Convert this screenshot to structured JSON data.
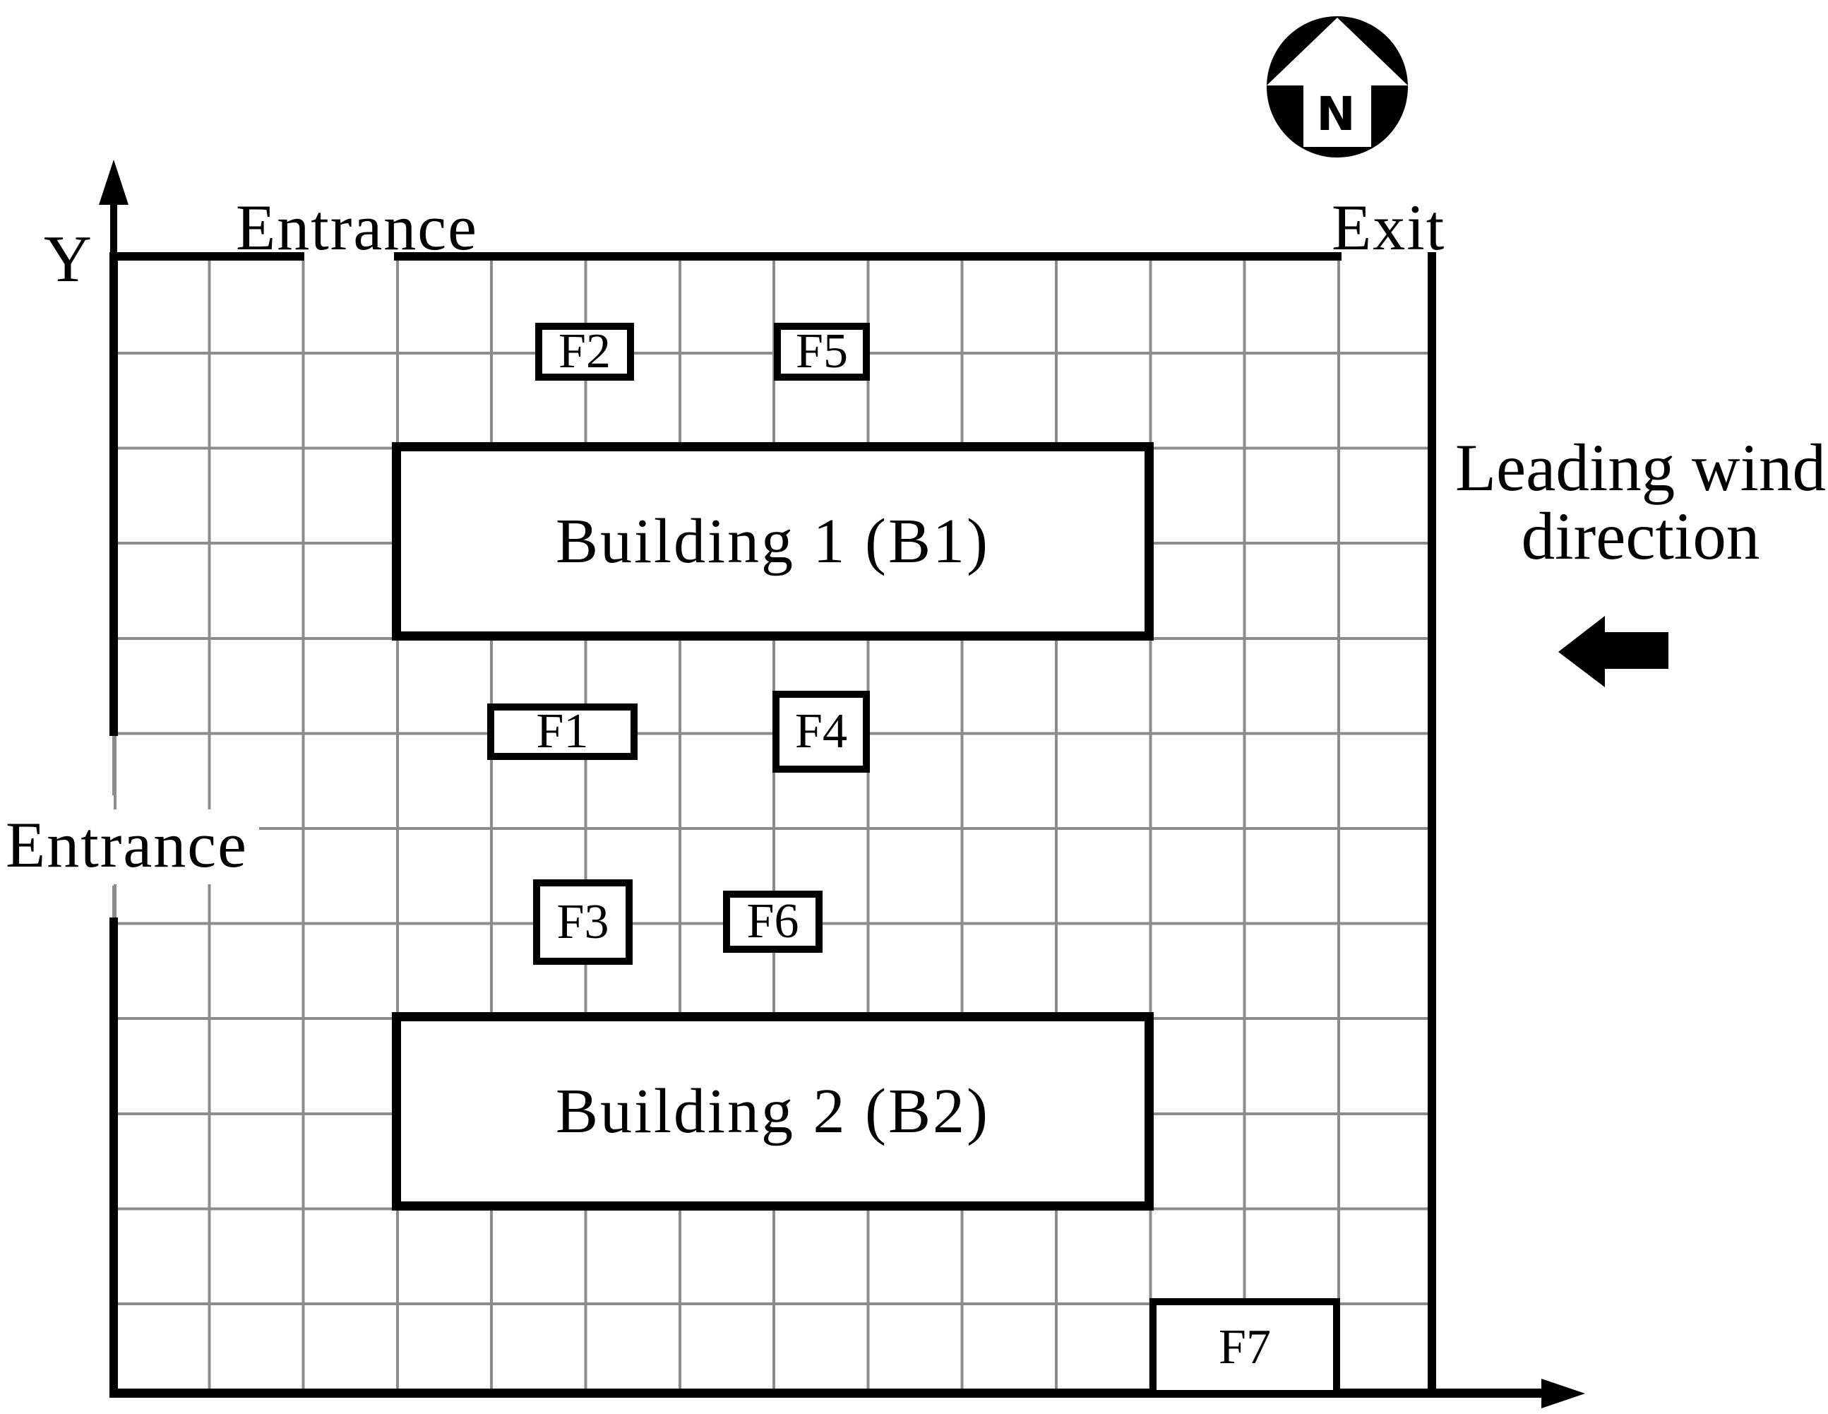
{
  "figure": {
    "background": "#ffffff",
    "line_color": "#000000",
    "grid_color": "#8c8c8c"
  },
  "axes": {
    "y_label": "Y"
  },
  "openings": {
    "entrance_top": "Entrance",
    "entrance_left": "Entrance",
    "exit": "Exit"
  },
  "buildings": [
    {
      "label": "Building 1 (B1)"
    },
    {
      "label": "Building 2 (B2)"
    }
  ],
  "fire_sources": {
    "f1": "F1",
    "f2": "F2",
    "f3": "F3",
    "f4": "F4",
    "f5": "F5",
    "f6": "F6",
    "f7": "F7"
  },
  "compass": {
    "north_label": "N"
  },
  "wind": {
    "line1": "Leading wind",
    "line2": "direction"
  }
}
